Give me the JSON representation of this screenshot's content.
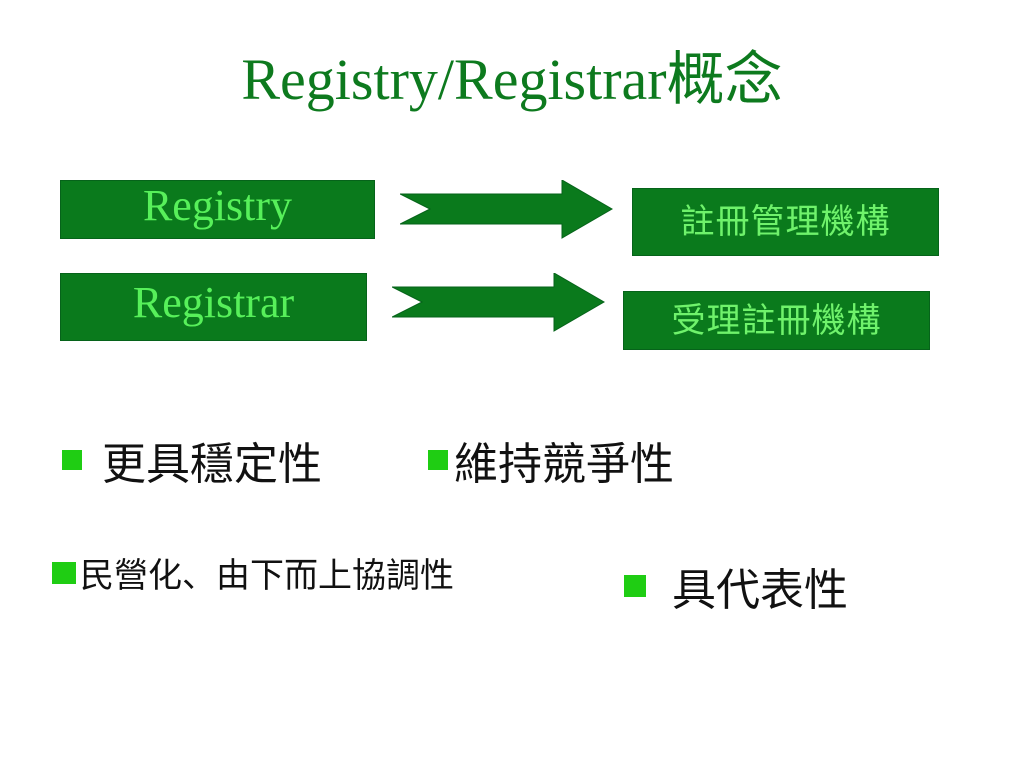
{
  "title": "Registry/Registrar概念",
  "mappings": [
    {
      "term": "Registry",
      "meaning": "註冊管理機構"
    },
    {
      "term": "Registrar",
      "meaning": "受理註冊機構"
    }
  ],
  "bullets": [
    "更具穩定性",
    "維持競爭性",
    "民營化、由下而上協調性",
    "具代表性"
  ],
  "colors": {
    "title": "#0d7a1e",
    "box_fill": "#0a7a1c",
    "box_text": "#57f05a",
    "arrow": "#0a7a1c",
    "bullet": "#1fcd13"
  }
}
